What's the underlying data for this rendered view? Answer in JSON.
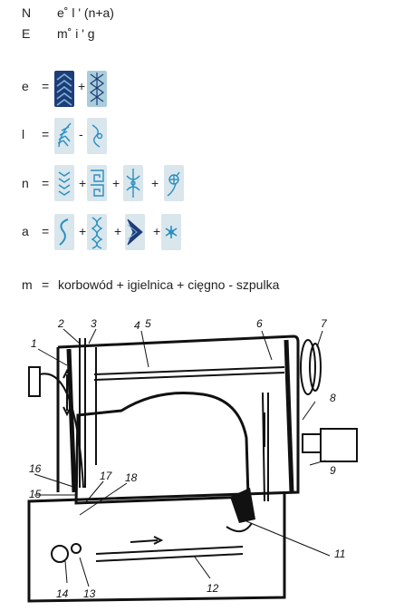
{
  "header": {
    "row1": {
      "letter": "N",
      "formula": "e˚ l ' (n+a)"
    },
    "row2": {
      "letter": "E",
      "formula": "m˚ i ' g"
    }
  },
  "equations": [
    {
      "var": "e",
      "eq": "=",
      "ops": [
        "+"
      ],
      "symbols": [
        "dark-chevron-icon",
        "diamond-lattice-icon"
      ]
    },
    {
      "var": "l",
      "eq": "=",
      "ops": [
        "-"
      ],
      "symbols": [
        "leaf-stitch-icon",
        "wave-stitch-icon"
      ]
    },
    {
      "var": "n",
      "eq": "=",
      "ops": [
        "+",
        "+",
        "+"
      ],
      "symbols": [
        "zigzag-column-icon",
        "greek-key-icon",
        "cross-stitch-icon",
        "flower-stitch-icon"
      ]
    },
    {
      "var": "a",
      "eq": "=",
      "ops": [
        "+",
        "+",
        "+"
      ],
      "symbols": [
        "s-curve-icon",
        "braid-stitch-icon",
        "arrow-stitch-icon",
        "snowflake-icon"
      ]
    }
  ],
  "m_equation": {
    "var": "m",
    "eq": "=",
    "text": "korbowód + igielnica + cięgno - szpulka"
  },
  "diagram": {
    "labels": [
      "1",
      "2",
      "3",
      "4",
      "5",
      "6",
      "7",
      "8",
      "9",
      "11",
      "12",
      "13",
      "14",
      "15",
      "16",
      "17",
      "18"
    ]
  },
  "colors": {
    "symbol_bg": "#a9cdda",
    "symbol_dark": "#1e3c78",
    "symbol_light_bg": "#d9d9d9",
    "stitch": "#2a8fc0"
  }
}
